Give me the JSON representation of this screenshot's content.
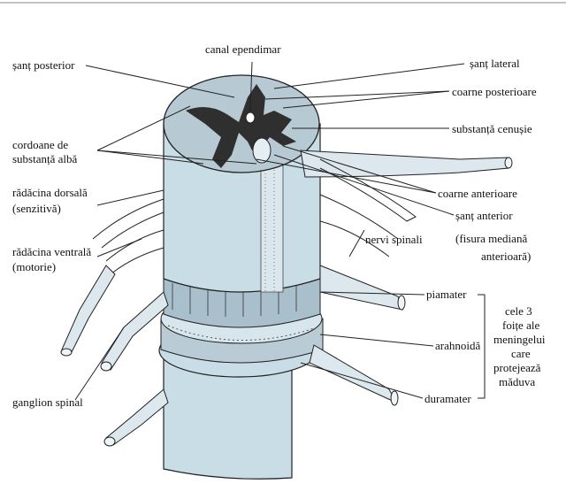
{
  "labels": {
    "sant_posterior": "șanț posterior",
    "canal_ependimar": "canal ependimar",
    "sant_lateral": "șanț lateral",
    "coarne_posterioare": "coarne posterioare",
    "substanta_cenusie": "substanță cenușie",
    "cordoane_1": "cordoane de",
    "cordoane_2": "substanță albă",
    "radacina_dorsala_1": "rădăcina dorsală",
    "radacina_dorsala_2": "(senzitivă)",
    "coarne_anterioare": "coarne anterioare",
    "sant_anterior_1": "șanț anterior",
    "sant_anterior_2": "(fisura mediană",
    "sant_anterior_3": "anterioară)",
    "radacina_ventrala_1": "rădăcina ventrală",
    "radacina_ventrala_2": "(motorie)",
    "nervi_spinali": "nervi spinali",
    "piamater": "piamater",
    "arahnoida": "arahnoidă",
    "duramater": "duramater",
    "ganglion_spinal": "ganglion spinal",
    "meninges_1": "cele 3",
    "meninges_2": "foițe ale",
    "meninges_3": "meningelui",
    "meninges_4": "care",
    "meninges_5": "protejează",
    "meninges_6": "măduva"
  },
  "colors": {
    "tissue": "#c9dde6",
    "grey_matter": "#2f2f2f",
    "outline": "#222222"
  }
}
